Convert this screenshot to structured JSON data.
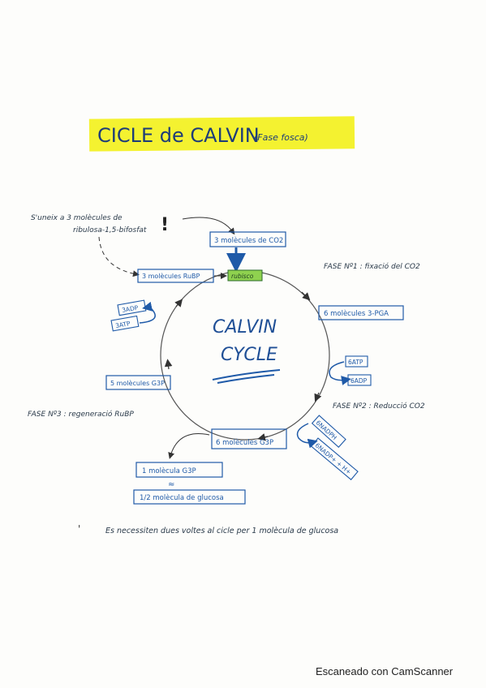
{
  "title": {
    "main": "CICLE de CALVIN",
    "sub": "(Fase fosca)",
    "highlight_color": "#f4f230"
  },
  "center": {
    "line1": "CALVIN",
    "line2": "CYCLE"
  },
  "note_start": {
    "line1": "S'uneix a 3 molècules de",
    "line2": "ribulosa-1,5-bifosfat",
    "mark": "!"
  },
  "boxes": {
    "co2": "3 molècules de CO2",
    "rubisco": "rubisco",
    "pga": "6 molècules 3-PGA",
    "atp_in": "6ATP",
    "adp_out": "6ADP",
    "nadph": "6NADPH",
    "nadp_out": "6NADP+ + H+",
    "g3p": "6 molècules G3P",
    "one_g3p": "1 molècula G3P",
    "approx": "≈",
    "glucose": "1/2 molècula de glucosa",
    "g3p5": "5 molècules G3P",
    "adp3": "3ADP",
    "atp3": "3ATP",
    "rubp": "3 molècules RuBP"
  },
  "phases": {
    "phase1": "FASE Nº1 : fixació del CO2",
    "phase2": "FASE Nº2 : Reducció CO2",
    "phase3": "FASE Nº3 : regeneració RuBP"
  },
  "note_bottom": "Es necessiten dues voltes al cicle per 1 molècula de glucosa",
  "footer": "Escaneado con CamScanner",
  "colors": {
    "ink_blue": "#1f5aa8",
    "rubisco_green": "#8fd14f",
    "cycle_line": "#555555"
  }
}
